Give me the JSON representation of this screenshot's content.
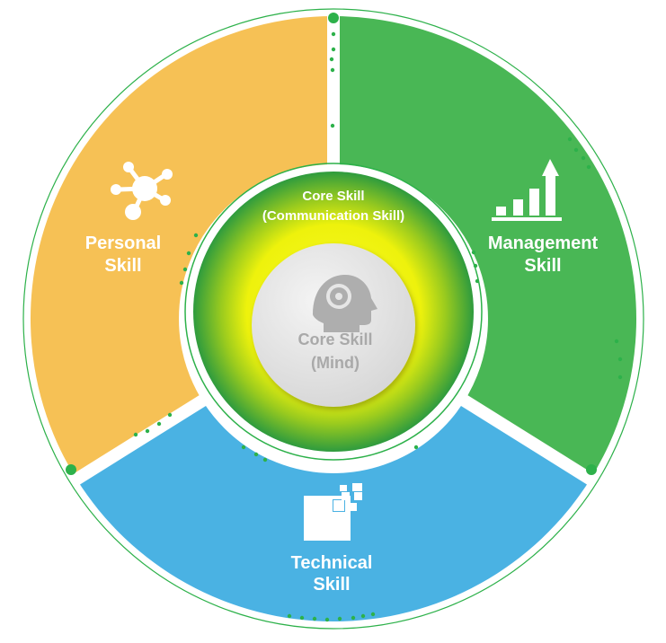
{
  "segments": {
    "personal": {
      "line1": "Personal",
      "line2": "Skill",
      "color": "#F6C155",
      "icon": "network-nodes-icon"
    },
    "management": {
      "line1": "Management",
      "line2": "Skill",
      "color": "#49B755",
      "icon": "bar-chart-growth-icon"
    },
    "technical": {
      "line1": "Technical",
      "line2": "Skill",
      "color": "#4AB2E3",
      "icon": "pixel-blocks-icon"
    }
  },
  "core_ring": {
    "line1": "Core Skill",
    "line2": "(Communication Skill)",
    "color_outer": "#2E9B3E",
    "color_inner": "#F2F20A"
  },
  "core_center": {
    "line1": "Core Skill",
    "line2": "(Mind)",
    "icon": "head-gear-icon",
    "color": "#E2E2E2"
  },
  "accent": "#2DB14A"
}
